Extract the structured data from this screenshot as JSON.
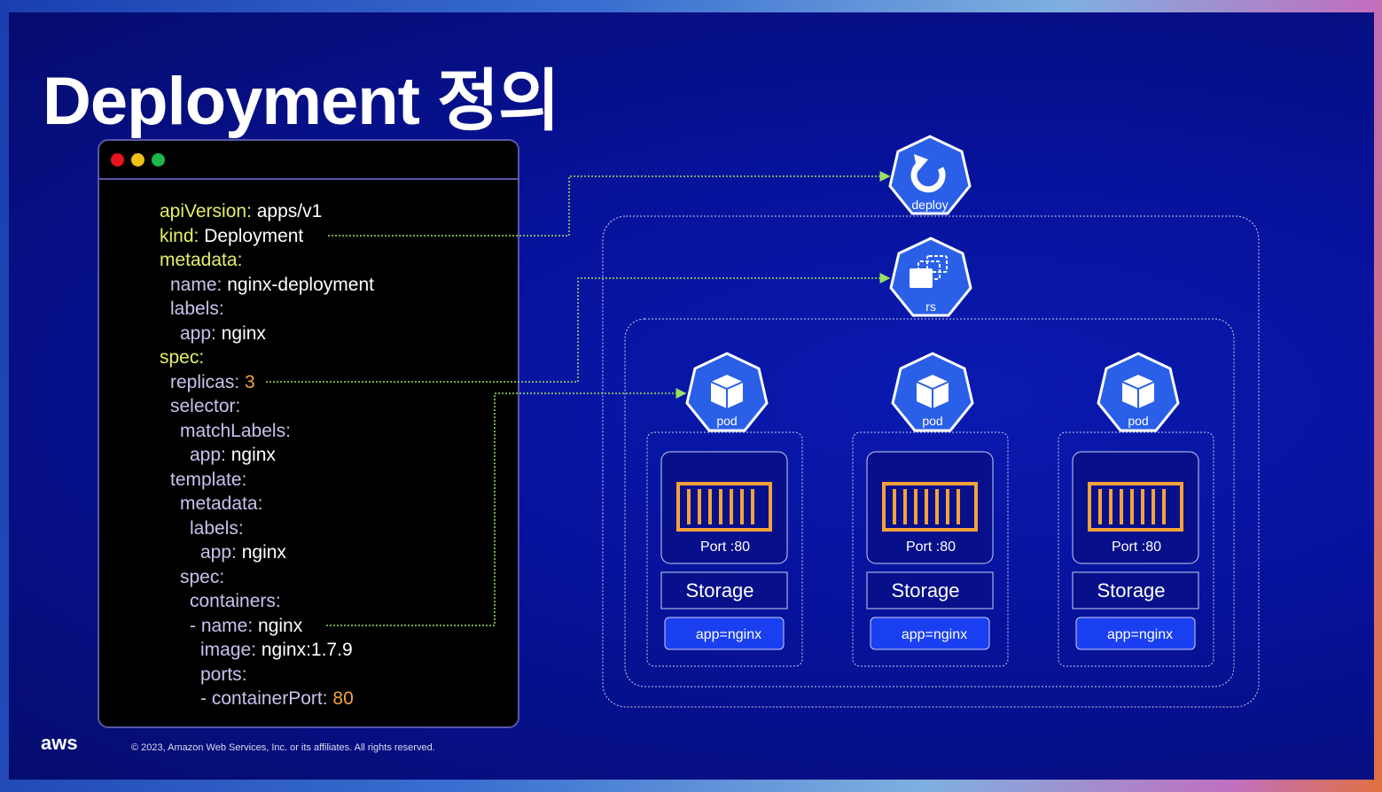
{
  "title": "Deployment 정의",
  "code": [
    {
      "k": "apiVersion",
      "v": "apps/v1",
      "lvl": 0
    },
    {
      "k": "kind",
      "v": "Deployment",
      "lvl": 0
    },
    {
      "k": "metadata",
      "v": "",
      "lvl": 0
    },
    {
      "k": "name",
      "v": "nginx-deployment",
      "lvl": 1
    },
    {
      "k": "labels",
      "v": "",
      "lvl": 1
    },
    {
      "k": "app",
      "v": "nginx",
      "lvl": 2
    },
    {
      "k": "spec",
      "v": "",
      "lvl": 0
    },
    {
      "k": "replicas",
      "v": "3",
      "lvl": 1,
      "num": true
    },
    {
      "k": "selector",
      "v": "",
      "lvl": 1
    },
    {
      "k": "matchLabels",
      "v": "",
      "lvl": 2
    },
    {
      "k": "app",
      "v": "nginx",
      "lvl": 3
    },
    {
      "k": "template",
      "v": "",
      "lvl": 1
    },
    {
      "k": "metadata",
      "v": "",
      "lvl": 2
    },
    {
      "k": "labels",
      "v": "",
      "lvl": 3
    },
    {
      "k": "app",
      "v": "nginx",
      "lvl": 4
    },
    {
      "k": "spec",
      "v": "",
      "lvl": 2
    },
    {
      "k": "containers",
      "v": "",
      "lvl": 3
    },
    {
      "k": "- name",
      "v": "nginx",
      "lvl": 3
    },
    {
      "k": "image",
      "v": "nginx:1.7.9",
      "lvl": 4
    },
    {
      "k": "ports",
      "v": "",
      "lvl": 4
    },
    {
      "k": "- containerPort",
      "v": "80",
      "lvl": 4,
      "num": true
    }
  ],
  "diagram": {
    "deploy_label": "deploy",
    "rs_label": "rs",
    "pods": [
      {
        "label": "pod",
        "port": "Port :80",
        "storage": "Storage",
        "selector": "app=nginx"
      },
      {
        "label": "pod",
        "port": "Port :80",
        "storage": "Storage",
        "selector": "app=nginx"
      },
      {
        "label": "pod",
        "port": "Port :80",
        "storage": "Storage",
        "selector": "app=nginx"
      }
    ]
  },
  "footer": "© 2023, Amazon Web Services, Inc. or its affiliates. All rights reserved.",
  "logo": "aws",
  "colors": {
    "key_top": "#e6ee6a",
    "key_nested": "#c9c2ec",
    "number": "#f5a23a",
    "connector": "#9be060",
    "container": "#f5a23a",
    "icon": "#2a5fe8"
  }
}
